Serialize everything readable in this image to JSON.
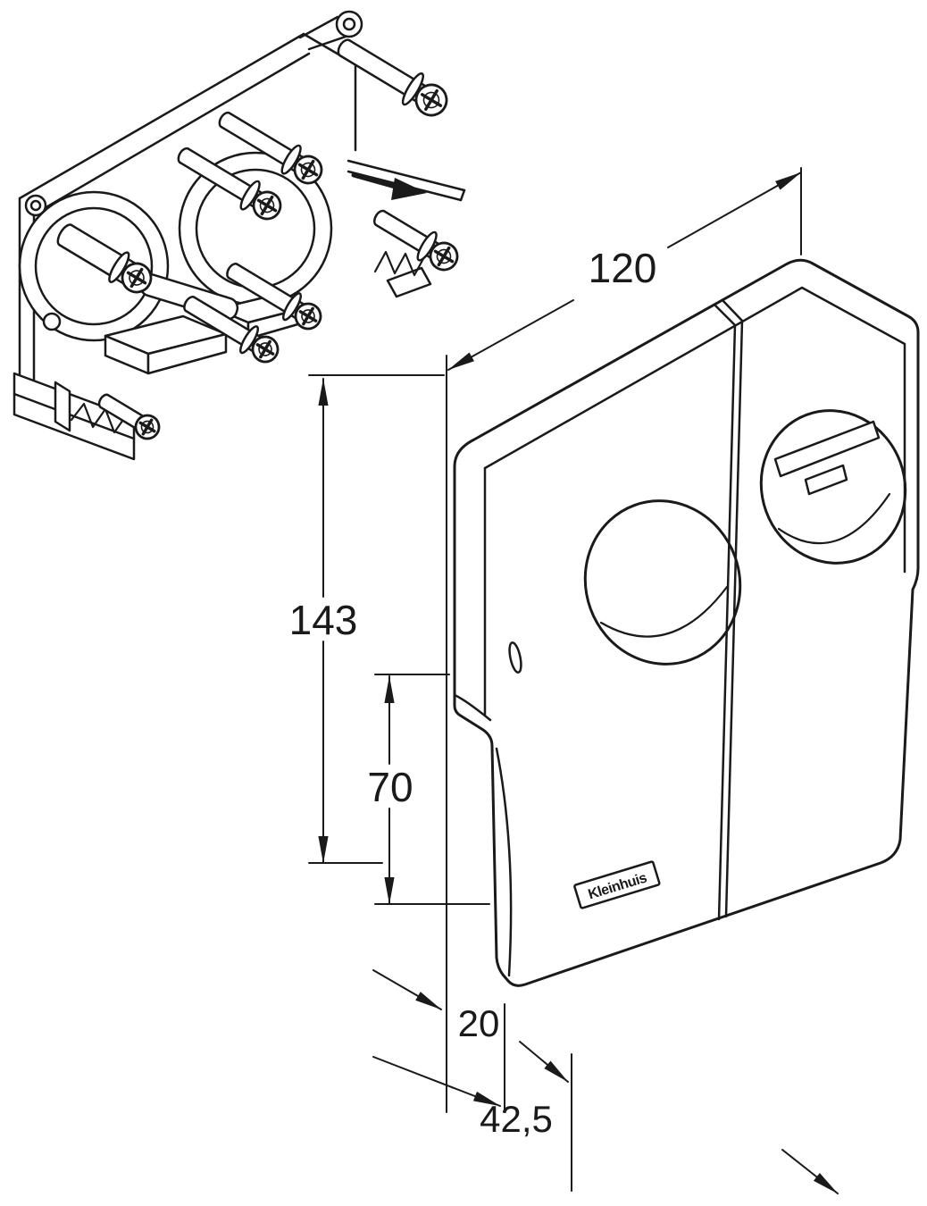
{
  "drawing": {
    "type": "technical-dimension-drawing",
    "brand_label": "Kleinhuis",
    "dimensions": {
      "width": "120",
      "height": "143",
      "front_height": "70",
      "base_depth": "20",
      "total_depth": "42,5"
    },
    "colors": {
      "line": "#1a1a1a",
      "background": "#ffffff"
    }
  }
}
